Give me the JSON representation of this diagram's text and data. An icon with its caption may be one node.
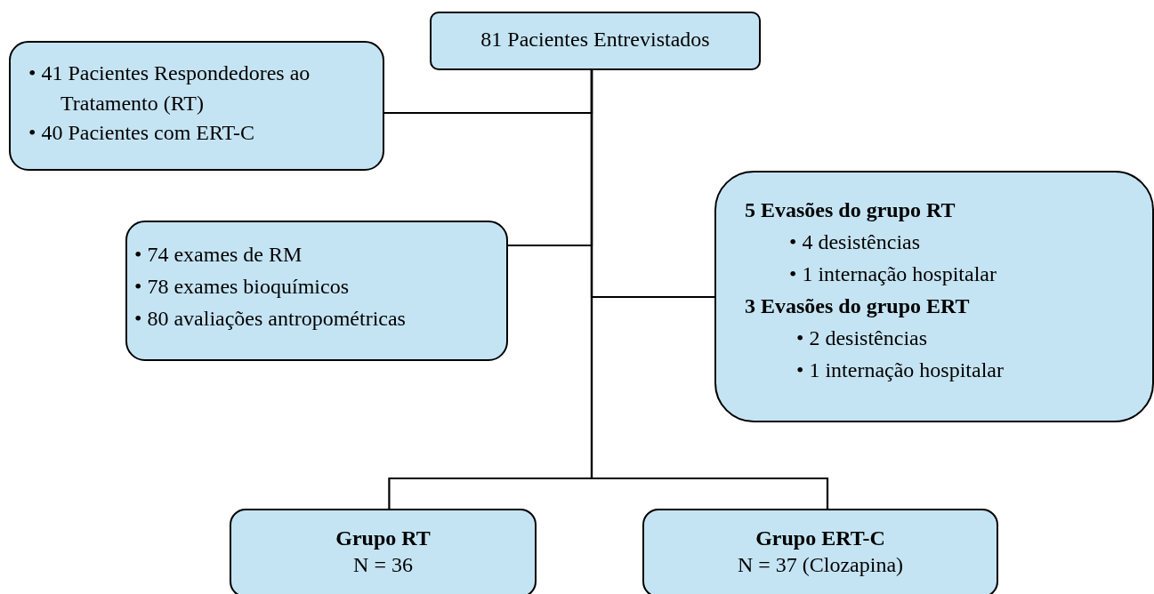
{
  "diagram": {
    "nodes": [
      {
        "text": [
          "81 Pacientes Entrevistados"
        ]
      },
      {
        "text": [
          "• 41 Pacientes Respondedores ao Tratamento (RT)",
          "• 40 Pacientes com ERT-C"
        ]
      },
      {
        "text": [
          "• 74 exames de RM",
          "• 78 exames bioquímicos",
          "• 80 avaliações antropométricas"
        ]
      },
      {
        "text": [
          "5 Evasões do grupo RT",
          "• 4 desistências",
          "• 1 internação hospitalar",
          "3 Evasões do grupo ERT",
          "• 2 desistências",
          "• 1 internação hospitalar"
        ]
      },
      {
        "text": [
          "Grupo RT",
          "N = 36"
        ]
      },
      {
        "text": [
          "Grupo ERT-C",
          "N = 37 (Clozapina)"
        ]
      }
    ],
    "edges": [
      {
        "from": 0,
        "to": 1,
        "arrow": "none"
      },
      {
        "from": 0,
        "to": 2,
        "arrow": "none"
      },
      {
        "from": 0,
        "to": 3,
        "arrow": "none"
      },
      {
        "from": 0,
        "to": 4,
        "arrow": "none"
      },
      {
        "from": 0,
        "to": 5,
        "arrow": "none"
      }
    ]
  }
}
